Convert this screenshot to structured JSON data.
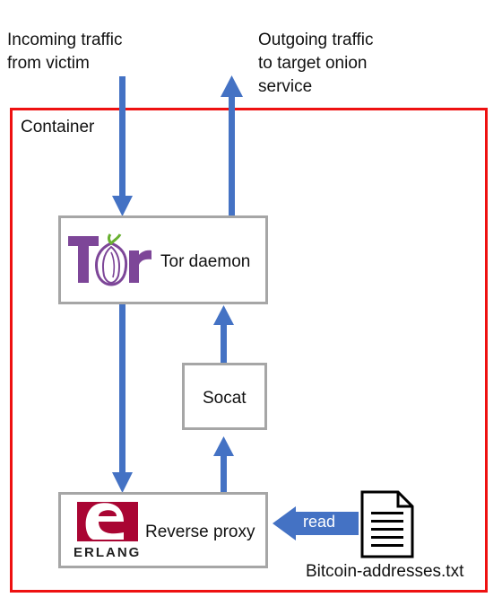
{
  "incoming": "Incoming traffic\nfrom victim",
  "outgoing": "Outgoing traffic\nto target onion\nservice",
  "container": {
    "label": "Container"
  },
  "tor": {
    "logo_text": "Tor",
    "label": "Tor daemon"
  },
  "socat": {
    "label": "Socat"
  },
  "proxy": {
    "logo_text": "ERLANG",
    "label": "Reverse proxy"
  },
  "read_label": "read",
  "file": {
    "name": "Bitcoin-addresses.txt",
    "icon": "document-icon"
  },
  "colors": {
    "arrow": "#4472c4",
    "container_border": "#ee1111",
    "box_border": "#a6a6a6",
    "tor_purple": "#7d4698",
    "erlang_red": "#a90533"
  }
}
